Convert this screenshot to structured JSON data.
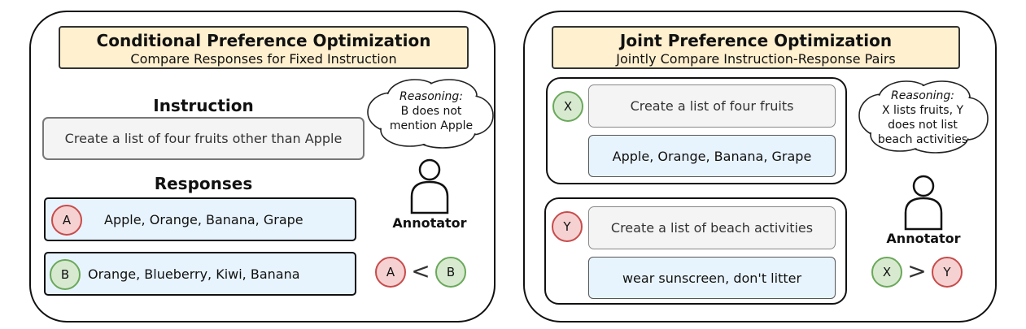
{
  "cpo": {
    "title": "Conditional Preference Optimization",
    "subtitle": "Compare Responses for Fixed Instruction",
    "instruction_heading": "Instruction",
    "instruction": "Create a list of four fruits other than Apple",
    "responses_heading": "Responses",
    "responses": [
      {
        "label": "A",
        "text": "Apple, Orange, Banana, Grape"
      },
      {
        "label": "B",
        "text": "Orange, Blueberry, Kiwi, Banana"
      }
    ],
    "reasoning_title": "Reasoning:",
    "reasoning_lines": [
      "B does not",
      "mention Apple"
    ],
    "annotator": "Annotator",
    "comparison": {
      "left": "A",
      "symbol": "<",
      "right": "B"
    }
  },
  "jpo": {
    "title": "Joint Preference Optimization",
    "subtitle": "Jointly Compare Instruction-Response Pairs",
    "pairs": [
      {
        "label": "X",
        "instruction": "Create a list of four fruits",
        "response": "Apple, Orange, Banana, Grape"
      },
      {
        "label": "Y",
        "instruction": "Create a list of beach activities",
        "response": "wear sunscreen, don't litter"
      }
    ],
    "reasoning_title": "Reasoning:",
    "reasoning_lines": [
      "X lists fruits, Y",
      "does not list",
      "beach activities"
    ],
    "annotator": "Annotator",
    "comparison": {
      "left": "X",
      "symbol": ">",
      "right": "Y"
    }
  }
}
